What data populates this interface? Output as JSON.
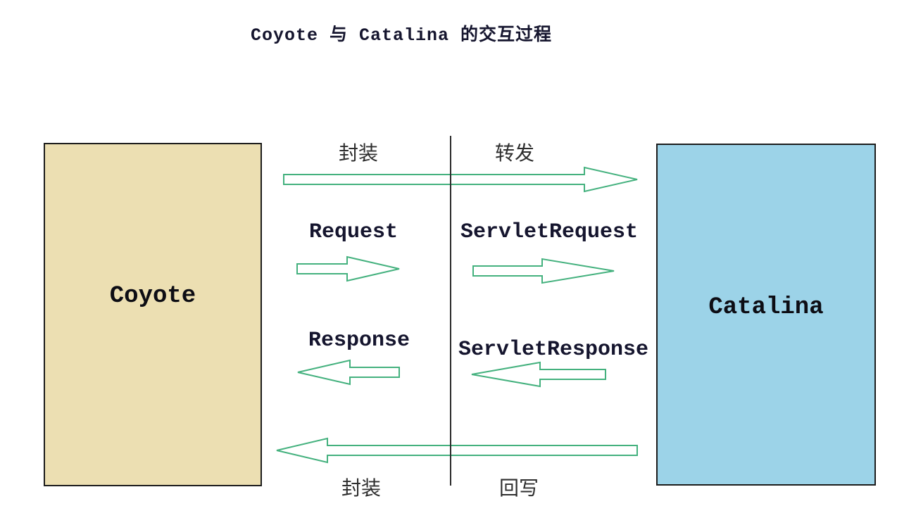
{
  "title": "Coyote 与 Catalina 的交互过程",
  "nodes": {
    "left": {
      "label": "Coyote"
    },
    "right": {
      "label": "Catalina"
    }
  },
  "flows": [
    {
      "direction": "right",
      "left_label": "封装",
      "right_label": "转发"
    },
    {
      "direction": "right",
      "left_label": "Request",
      "right_label": "ServletRequest"
    },
    {
      "direction": "left",
      "left_label": "Response",
      "right_label": "ServletResponse"
    },
    {
      "direction": "left",
      "left_label": "封装",
      "right_label": "回写"
    }
  ],
  "colors": {
    "arrow_green": "#44b17e",
    "node_left_fill": "#ecdfb2",
    "node_right_fill": "#9cd3e8",
    "line_black": "#2a2a2a",
    "text_dark": "#15152e",
    "cjk_dark": "#2e2e2e"
  }
}
